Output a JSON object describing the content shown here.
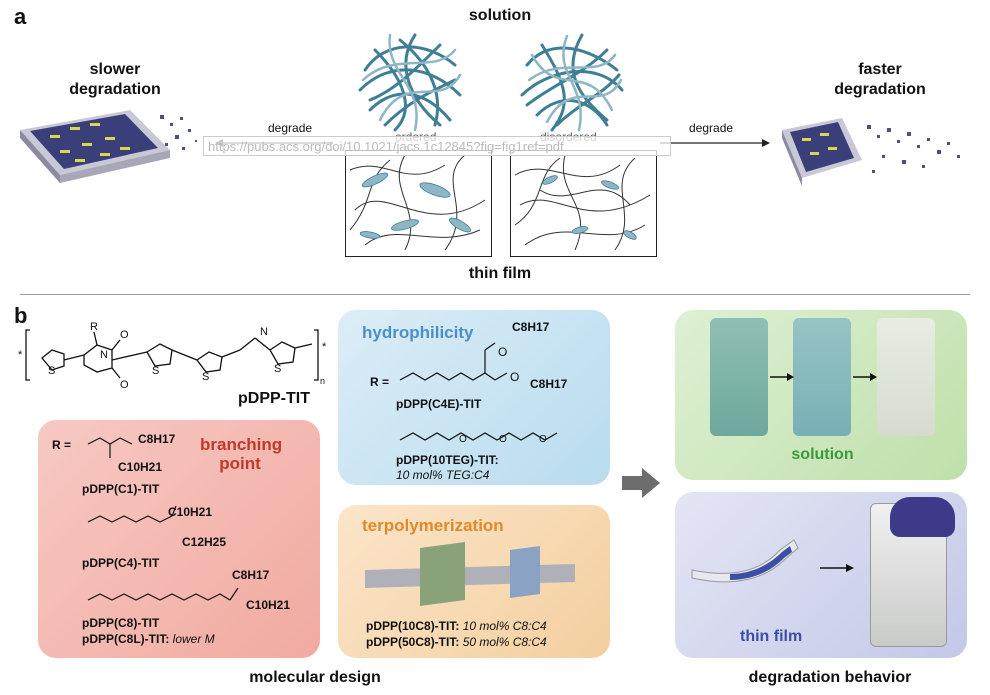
{
  "panel_a": {
    "letter": "a",
    "solution_label": "solution",
    "thin_film_label": "thin film",
    "left_title": "slower\ndegradation",
    "right_title": "faster\ndegradation",
    "degrade_left": "degrade",
    "degrade_right": "degrade",
    "ordered": "ordered",
    "disordered": "disordered",
    "url_overlay": "https://pubs.acs.org/doi/10.1021/jacs.1c12845?fig=fig1ref=pdf"
  },
  "panel_b": {
    "letter": "b",
    "polymer_name": "pDPP-TIT",
    "branching": {
      "title": "branching point",
      "r_eq": "R =",
      "items": [
        {
          "name": "pDPP(C1)-TIT",
          "sub": ""
        },
        {
          "name": "pDPP(C4)-TIT",
          "sub": ""
        },
        {
          "name": "pDPP(C8)-TIT",
          "sub": ""
        },
        {
          "name": "pDPP(C8L)-TIT:",
          "sub": "lower M"
        }
      ],
      "chain_labels": [
        "C8H17",
        "C10H21",
        "C10H21",
        "C12H25",
        "C8H17",
        "C10H21"
      ]
    },
    "hydrophilicity": {
      "title": "hydrophilicity",
      "r_eq": "R =",
      "c4e": "pDPP(C4E)-TIT",
      "teg": "pDPP(10TEG)-TIT:",
      "teg_note": "10 mol% TEG:C4",
      "chain_labels": [
        "C8H17",
        "O",
        "O",
        "C8H17"
      ]
    },
    "terpolymerization": {
      "title": "terpolymerization",
      "line1": "pDPP(10C8)-TIT:",
      "line1_note": "10 mol% C8:C4",
      "line2": "pDPP(50C8)-TIT:",
      "line2_note": "50 mol% C8:C4"
    },
    "solution_label": "solution",
    "thin_film_label": "thin film",
    "molecular_design": "molecular design",
    "degradation_behavior": "degradation behavior"
  },
  "colors": {
    "branching_title": "#c0392b",
    "hydro_title": "#4a90c8",
    "terpoly_title": "#e08a2a",
    "solution_green": "#3a9a3a",
    "thin_film_blue": "#3b4fa6"
  }
}
